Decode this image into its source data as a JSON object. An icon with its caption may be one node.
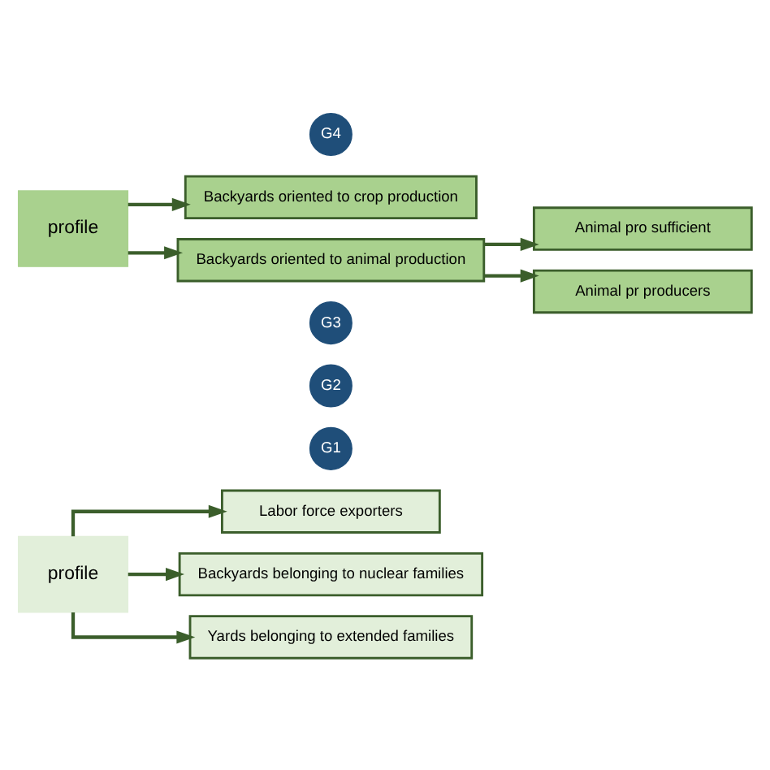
{
  "diagram": {
    "nodes": [
      {
        "text": [
          "profile"
        ]
      },
      {
        "text": [
          "Labor force exporters"
        ]
      },
      {
        "text": [
          "G1"
        ]
      },
      {
        "text": [
          "Backyards belonging to nuclear families"
        ]
      },
      {
        "text": [
          "G2"
        ]
      },
      {
        "text": [
          "Yards belonging to extended families"
        ]
      },
      {
        "text": [
          "G3"
        ]
      },
      {
        "text": [
          "profile"
        ]
      },
      {
        "text": [
          "Backyards oriented to crop production"
        ]
      },
      {
        "text": [
          "G4"
        ]
      },
      {
        "text": [
          "Backyards oriented to animal production"
        ]
      },
      {
        "text": [
          "Animal pro sufficient"
        ]
      },
      {
        "text": [
          "Animal pr producers"
        ]
      }
    ],
    "edges": [
      {
        "from": 0,
        "to": 1,
        "arrow": "to"
      },
      {
        "from": 0,
        "to": 3,
        "arrow": "to"
      },
      {
        "from": 0,
        "to": 5,
        "arrow": "to"
      },
      {
        "from": 7,
        "to": 8,
        "arrow": "to"
      },
      {
        "from": 7,
        "to": 10,
        "arrow": "to"
      },
      {
        "from": 10,
        "to": 11,
        "arrow": "to"
      },
      {
        "from": 10,
        "to": 12,
        "arrow": "to"
      }
    ]
  }
}
